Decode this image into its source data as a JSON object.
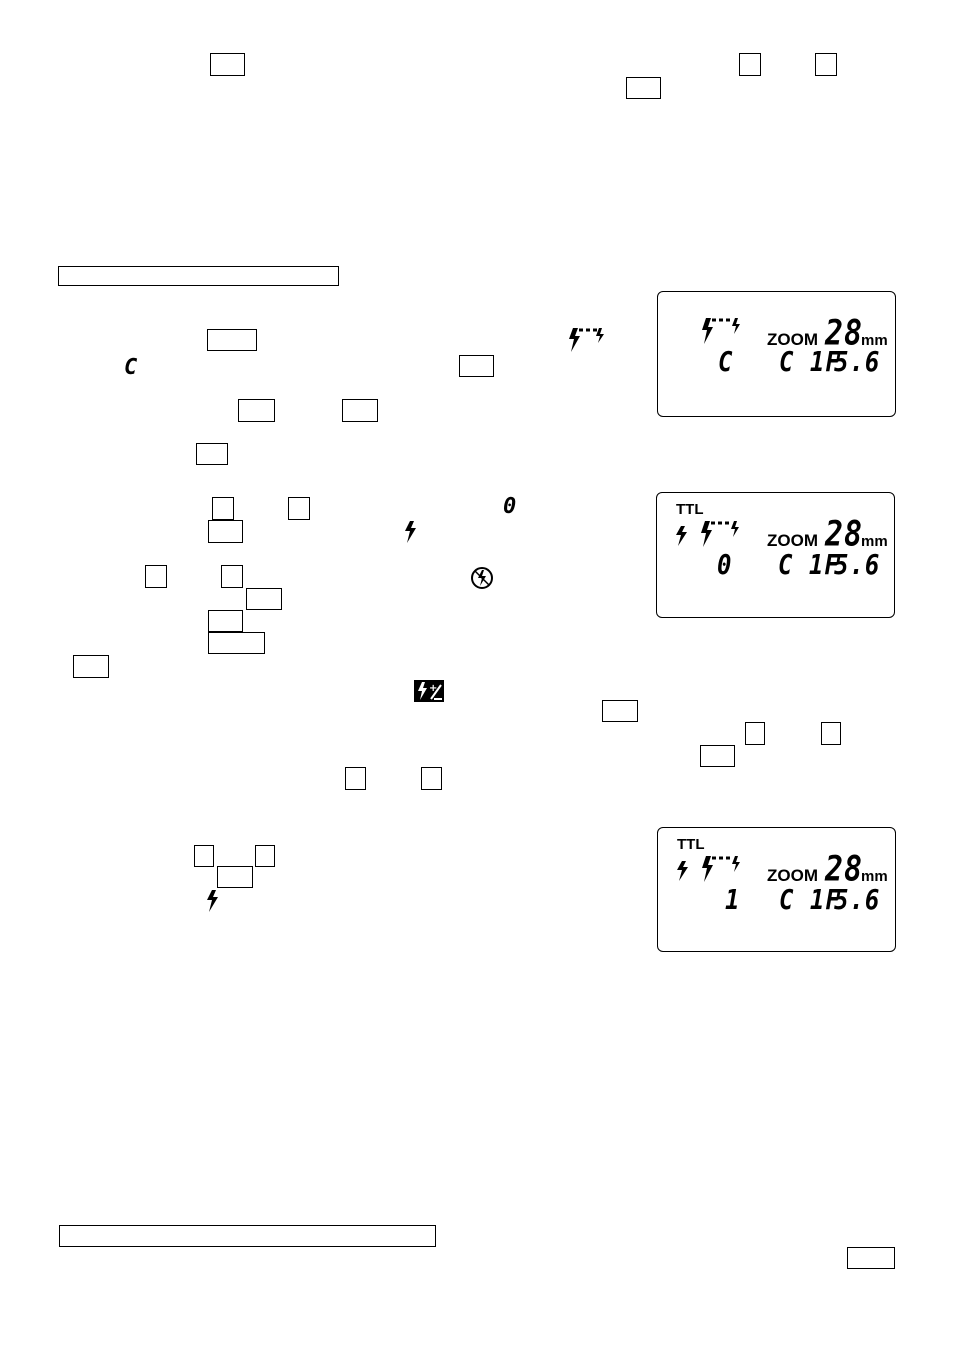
{
  "displays": [
    {
      "ttl": "",
      "zoom_label": "ZOOM",
      "zoom_value": "28",
      "zoom_unit": "mm",
      "channel": "C",
      "group": "C 1F",
      "aperture": "5.6"
    },
    {
      "ttl": "TTL",
      "zoom_label": "ZOOM",
      "zoom_value": "28",
      "zoom_unit": "mm",
      "channel": "0",
      "group": "C 1F",
      "aperture": "5.6"
    },
    {
      "ttl": "TTL",
      "zoom_label": "ZOOM",
      "zoom_value": "28",
      "zoom_unit": "mm",
      "channel": "1",
      "group": "C 1F",
      "aperture": "5.6"
    }
  ],
  "inline_glyphs": {
    "c_mode": "C",
    "zero": "0"
  },
  "icons": [
    "master-flash-icon",
    "flash-icon",
    "flash-cancel-icon",
    "flash-compensation-icon"
  ]
}
